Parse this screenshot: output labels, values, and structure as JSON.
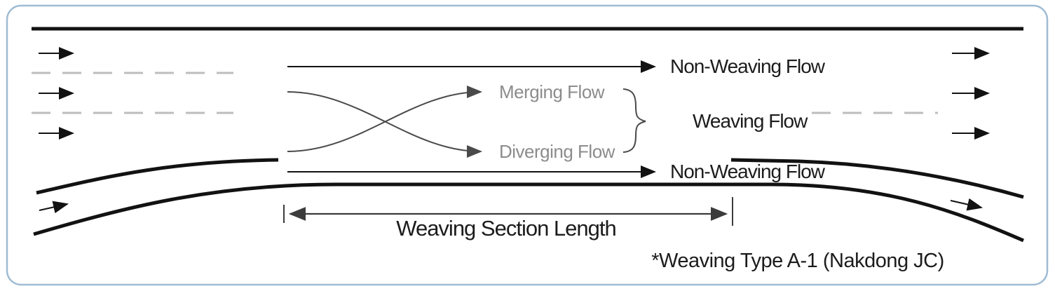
{
  "labels": {
    "non_weaving_top": "Non-Weaving Flow",
    "merging": "Merging Flow",
    "diverging": "Diverging Flow",
    "weaving": "Weaving Flow",
    "non_weaving_bottom": "Non-Weaving Flow",
    "section_length": "Weaving Section Length",
    "caption": "*Weaving Type A-1 (Nakdong JC)"
  },
  "colors": {
    "background": "#ffffff",
    "border": "#9fbcd4",
    "road": "#121212",
    "dashed": "#bdbdbd",
    "gray-line": "#4a4a4a",
    "gray-text": "#8c8c8c",
    "dark-text": "#1c1c1c",
    "dim": "#3c3c3c"
  }
}
